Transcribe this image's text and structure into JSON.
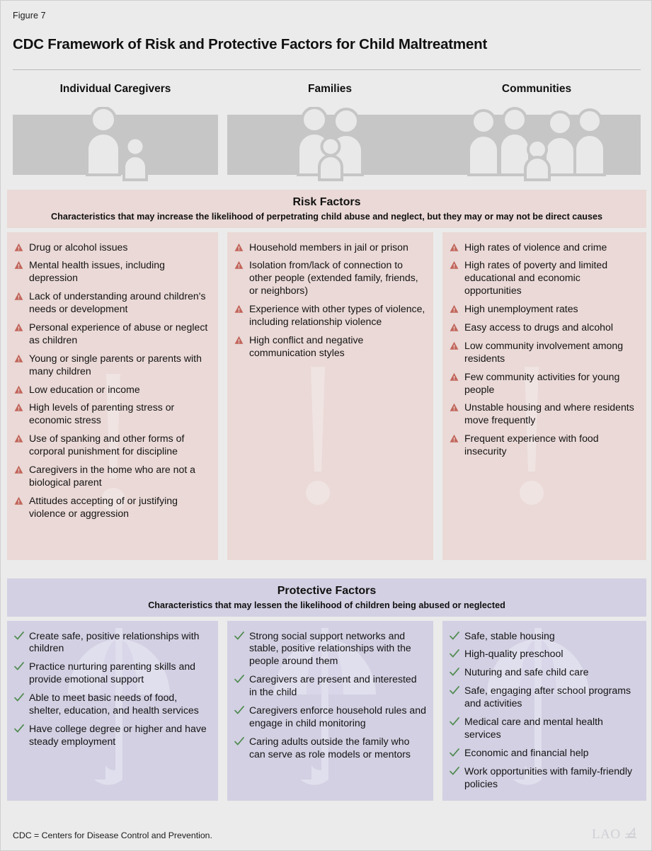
{
  "figure": {
    "label": "Figure 7",
    "title": "CDC Framework of Risk and Protective Factors for Child Maltreatment"
  },
  "columns": [
    {
      "id": "individual-caregivers",
      "heading": "Individual Caregivers",
      "icon": "one-adult-one-child-icon"
    },
    {
      "id": "families",
      "heading": "Families",
      "icon": "two-adults-one-child-icon"
    },
    {
      "id": "communities",
      "heading": "Communities",
      "icon": "four-adults-one-child-icon"
    }
  ],
  "sections": [
    {
      "id": "risk-factors",
      "title": "Risk Factors",
      "subtitle": "Characteristics that may increase the likelihood of perpetrating child abuse and neglect, but they may or may not be direct causes",
      "bullet_icon": "warning-triangle-icon",
      "bullet_color": "#c2655b",
      "background": "#ead9d6",
      "watermark": "exclamation-mark-watermark",
      "lists": [
        [
          "Drug or alcohol issues",
          "Mental health issues, including depression",
          "Lack of understanding around children's needs or development",
          "Personal experience of abuse or neglect as children",
          "Young or single parents or parents with many children",
          "Low education or income",
          "High levels of parenting stress or economic stress",
          "Use of spanking and other forms of corporal punishment for discipline",
          "Caregivers in the home who are not a biological parent",
          "Attitudes accepting of or justifying violence or aggression"
        ],
        [
          "Household members in jail or prison",
          "Isolation from/lack of connection to other people (extended family, friends, or neighbors)",
          "Experience with other types of violence, including relationship violence",
          "High conflict and negative communication styles"
        ],
        [
          "High rates of violence and crime",
          "High rates of poverty and limited educational and economic opportunities",
          "High unemployment rates",
          "Easy access to drugs and alcohol",
          "Low community involvement among residents",
          "Few community activities for young people",
          "Unstable housing and where residents move frequently",
          "Frequent experience with food insecurity"
        ]
      ]
    },
    {
      "id": "protective-factors",
      "title": "Protective Factors",
      "subtitle": "Characteristics that may lessen the likelihood of children being abused or neglected",
      "bullet_icon": "check-mark-icon",
      "bullet_color": "#4f8a4f",
      "background": "#d2d0e2",
      "watermark": "umbrella-watermark",
      "lists": [
        [
          "Create safe, positive relationships with children",
          "Practice nurturing parenting skills and provide emotional support",
          "Able to meet basic needs of food, shelter, education, and health services",
          "Have college degree or higher and have steady employment"
        ],
        [
          "Strong social support networks and stable, positive relationships with the people around them",
          "Caregivers are present and interested in the child",
          "Caregivers enforce household rules and engage in child monitoring",
          "Caring adults outside the family who can serve as role models or mentors"
        ],
        [
          "Safe, stable housing",
          "High-quality preschool",
          "Nuturing and safe child care",
          "Safe, engaging after school programs and activities",
          "Medical care and mental health services",
          "Economic and financial help",
          "Work opportunities with family-friendly policies"
        ]
      ]
    }
  ],
  "footer": {
    "note": "CDC = Centers for Disease Control and Prevention.",
    "logo": "LAO"
  }
}
